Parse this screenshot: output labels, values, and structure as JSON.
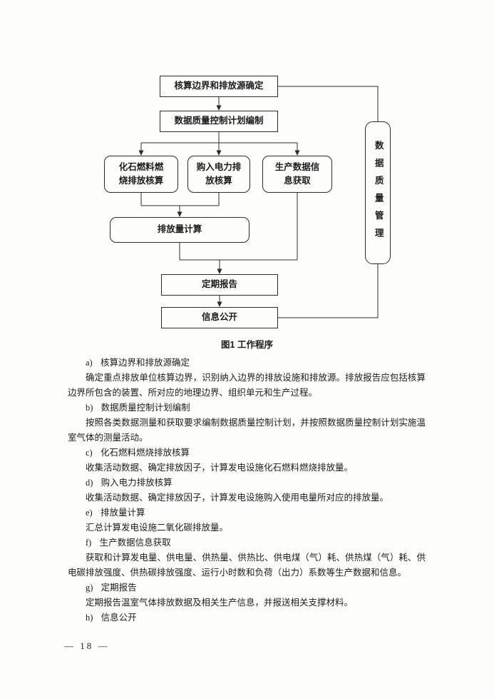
{
  "figure": {
    "caption": "图1 工作程序",
    "nodes": {
      "boundary": "核算边界和排放源确定",
      "plan": "数据质量控制计划编制",
      "fossil": "化石燃料燃\n烧排放核算",
      "electricity": "购入电力排\n放核算",
      "production": "生产数据信\n息获取",
      "calc": "排放量计算",
      "report": "定期报告",
      "disclosure": "信息公开",
      "management": "数据质量管理"
    }
  },
  "sections": [
    {
      "label": "a)",
      "title": "核算边界和排放源确定",
      "body": "确定重点排放单位核算边界，识别纳入边界的排放设施和排放源。排放报告应包括核算边界所包含的装置、所对应的地理边界、组织单元和生产过程。"
    },
    {
      "label": "b)",
      "title": "数据质量控制计划编制",
      "body": "按照各类数据测量和获取要求编制数据质量控制计划，并按照数据质量控制计划实施温室气体的测量活动。"
    },
    {
      "label": "c)",
      "title": "化石燃料燃烧排放核算",
      "body": "收集活动数据、确定排放因子，计算发电设施化石燃料燃烧排放量。"
    },
    {
      "label": "d)",
      "title": "购入电力排放核算",
      "body": "收集活动数据、确定排放因子，计算发电设施购入使用电量所对应的排放量。"
    },
    {
      "label": "e)",
      "title": "排放量计算",
      "body": "汇总计算发电设施二氧化碳排放量。"
    },
    {
      "label": "f)",
      "title": "生产数据信息获取",
      "body": "获取和计算发电量、供电量、供热量、供热比、供电煤（气）耗、供热煤（气）耗、供电碳排放强度、供热碳排放强度、运行小时数和负荷（出力）系数等生产数据和信息。"
    },
    {
      "label": "g)",
      "title": "定期报告",
      "body": "定期报告温室气体排放数据及相关生产信息，并报送相关支撑材料。"
    },
    {
      "label": "h)",
      "title": "信息公开"
    }
  ],
  "footer": {
    "page_number": "— 18 —"
  }
}
